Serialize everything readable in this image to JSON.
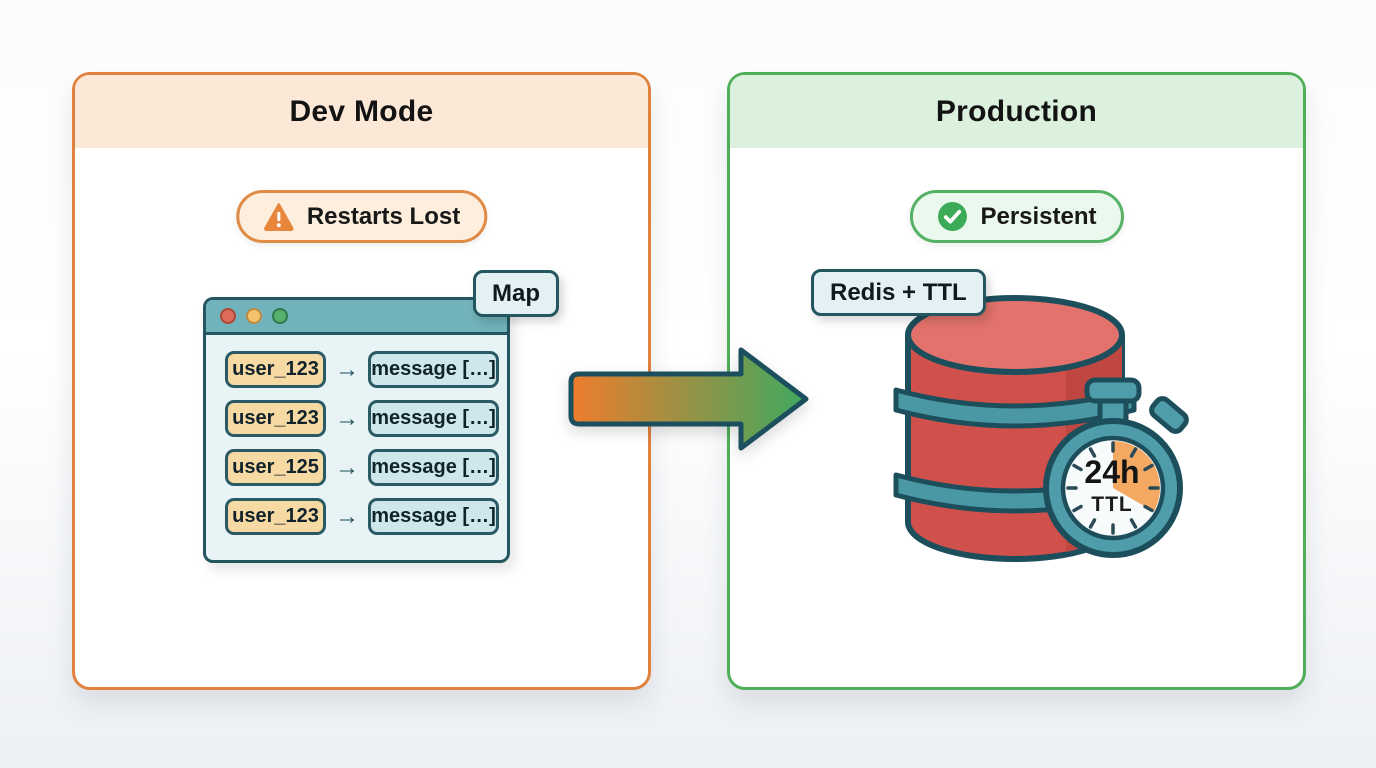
{
  "diagram": {
    "left": {
      "title": "Dev Mode",
      "badge_label": "Restarts Lost",
      "tag_label": "Map",
      "arrow_glyph": "→",
      "rows": [
        {
          "key": "user_123",
          "value": "message […]"
        },
        {
          "key": "user_123",
          "value": "message […]"
        },
        {
          "key": "user_125",
          "value": "message […]"
        },
        {
          "key": "user_123",
          "value": "message […]"
        }
      ]
    },
    "right": {
      "title": "Production",
      "badge_label": "Persistent",
      "tag_label": "Redis + TTL",
      "stopwatch_value": "24h",
      "stopwatch_unit": "TTL"
    },
    "colors": {
      "dev_accent": "#e0823e",
      "dev_header_bg": "#fce8d6",
      "prod_accent": "#4fae58",
      "prod_header_bg": "#dcf1dd",
      "outline_teal": "#1d4e5c",
      "window_teal": "#72b2ba",
      "redis_red": "#d0514c",
      "ttl_orange": "#f4a963"
    }
  }
}
